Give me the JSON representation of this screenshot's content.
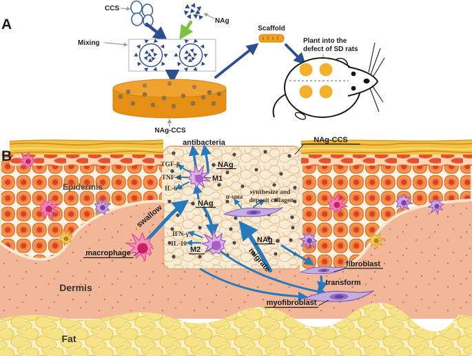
{
  "panelA": {
    "panel_label": "A",
    "ccs": "CCS",
    "nag": "NAg",
    "mixing": "Mixing",
    "scaffold": "Scaffold",
    "plant_line1": "Plant into the",
    "plant_line2": "defect of  SD rats",
    "disc": "NAg-CCS"
  },
  "panelB": {
    "panel_label": "B",
    "antibacteria": "antibacteria",
    "nag_ccs": "NAg-CCS",
    "epidermis": "Epidermis",
    "dermis": "Dermis",
    "fat": "Fat",
    "macrophage": "macrophage",
    "swallow": "swallow",
    "migrate": "migrate",
    "m1": "M1",
    "m2": "M2",
    "nag_top": "NAg",
    "nag_center": "NAg",
    "nag_dermis": "NAg",
    "tgf_beta": "TGF-β",
    "tnf_alpha": "TNF-α",
    "il6": "IL-6",
    "ifn_gamma": "IFN-γ",
    "il10": "IL-10",
    "alpha_sma": "α-sma",
    "synthesize_line1": "synthesize and",
    "synthesize_line2": "deposit collagen",
    "fibroblast": "fibroblast",
    "transform": "transform",
    "myofibroblast": "myofibroblast"
  },
  "colors": {
    "arrow_blue": "#2779bd",
    "arrow_navy": "#2a4e92",
    "arrow_green": "#7cc142",
    "disc_orange": "#e8921c",
    "scaffold_bg": "#f9ecd6",
    "dermis_pink": "#f2b698",
    "fat_yellow": "#f6e387",
    "epidermis_cell": "#f59a4d",
    "nag_particle": "#4a4a4a",
    "macrophage_purple": "#dcb4e6",
    "macrophage_pink": "#f390b8",
    "fibroblast_purple": "#c2aede",
    "rat_wound_spot": "#f3b02c"
  },
  "icons": {
    "ccs-microsphere-icon": "outlined-circle-cluster",
    "nag-nanoparticle-icon": "small-blue-triangle",
    "nag-particle-icon": "dark-dot",
    "scaffold-chip-icon": "orange-rounded-rect",
    "disc-icon": "orange-cylinder-with-dots",
    "rat-icon": "top-view-outline-rat",
    "macrophage-cell-icon": "spiky-blob",
    "fibroblast-cell-icon": "purple-spindle"
  }
}
